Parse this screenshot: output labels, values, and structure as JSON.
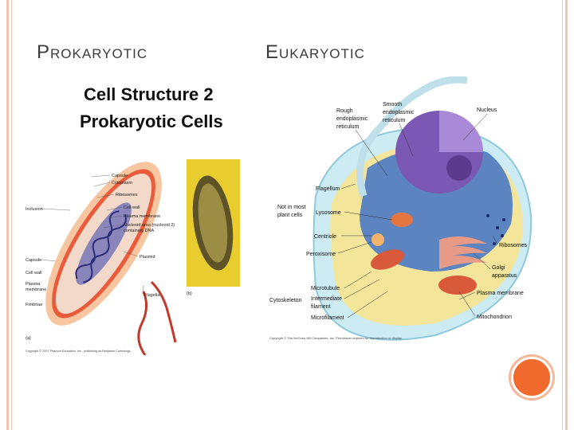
{
  "slide": {
    "left_title_first": "P",
    "left_title_rest": "ROKARYOTIC",
    "right_title_first": "E",
    "right_title_rest": "UKARYOTIC"
  },
  "prokaryote": {
    "heading_line1": "Cell Structure 2",
    "heading_line2": "Prokaryotic Cells",
    "labels_right": [
      "Capsule",
      "Cytoplasm",
      "Ribosomes",
      "Cell wall",
      "Plasma membrane",
      "Nucleoid area (nucleoid 2)",
      "containing DNA",
      "Plasmid",
      "Flagella"
    ],
    "labels_left": [
      "Inclusion",
      "Capsule",
      "Cell wall",
      "Plasma",
      "membrane",
      "Fimbriae"
    ],
    "panel_a": "(a)",
    "panel_b": "(b)",
    "copyright": "Copyright © 2007 Pearson Education, Inc., publishing as Benjamin Cummings."
  },
  "eukaryote": {
    "labels": {
      "rough_er": [
        "Rough",
        "endoplasmic",
        "reticulum"
      ],
      "smooth_er": [
        "Smooth",
        "endoplasmic",
        "reticulum"
      ],
      "nucleus": "Nucleus",
      "flagellum": "Flagellum",
      "not_in_most": [
        "Not in most",
        "plant cells"
      ],
      "lysosome": "Lysosome",
      "centriole": "Centriole",
      "peroxisome": "Peroxisome",
      "ribosomes": "Ribosomes",
      "golgi": [
        "Golgi",
        "apparatus"
      ],
      "microtubule": "Microtubule",
      "cytoskeleton": "Cytoskeleton",
      "intermediate": [
        "Intermediate",
        "filament"
      ],
      "microfilament": "Microfilament",
      "plasma_membrane": "Plasma membrane",
      "mitochondrion": "Mitochondrion"
    },
    "copyright": "Copyright © The McGraw-Hill Companies, Inc. Permission required for reproduction or display."
  }
}
